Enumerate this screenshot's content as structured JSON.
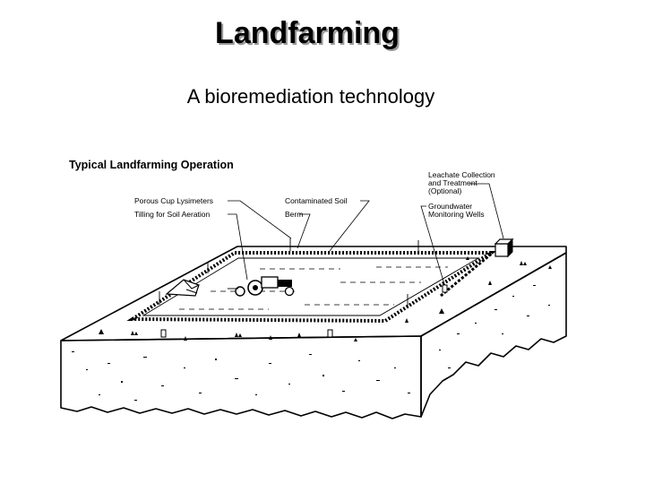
{
  "slide": {
    "title": "Landfarming",
    "subtitle": "A bioremediation technology"
  },
  "diagram": {
    "title": "Typical Landfarming Operation",
    "labels": {
      "lysimeters": "Porous Cup Lysimeters",
      "tilling": "Tilling for Soil Aeration",
      "soil": "Contaminated Soil",
      "berm": "Berm",
      "leachate_1": "Leachate Collection",
      "leachate_2": "and Treatment",
      "leachate_3": "(Optional)",
      "wells_1": "Groundwater",
      "wells_2": "Monitoring Wells"
    }
  }
}
